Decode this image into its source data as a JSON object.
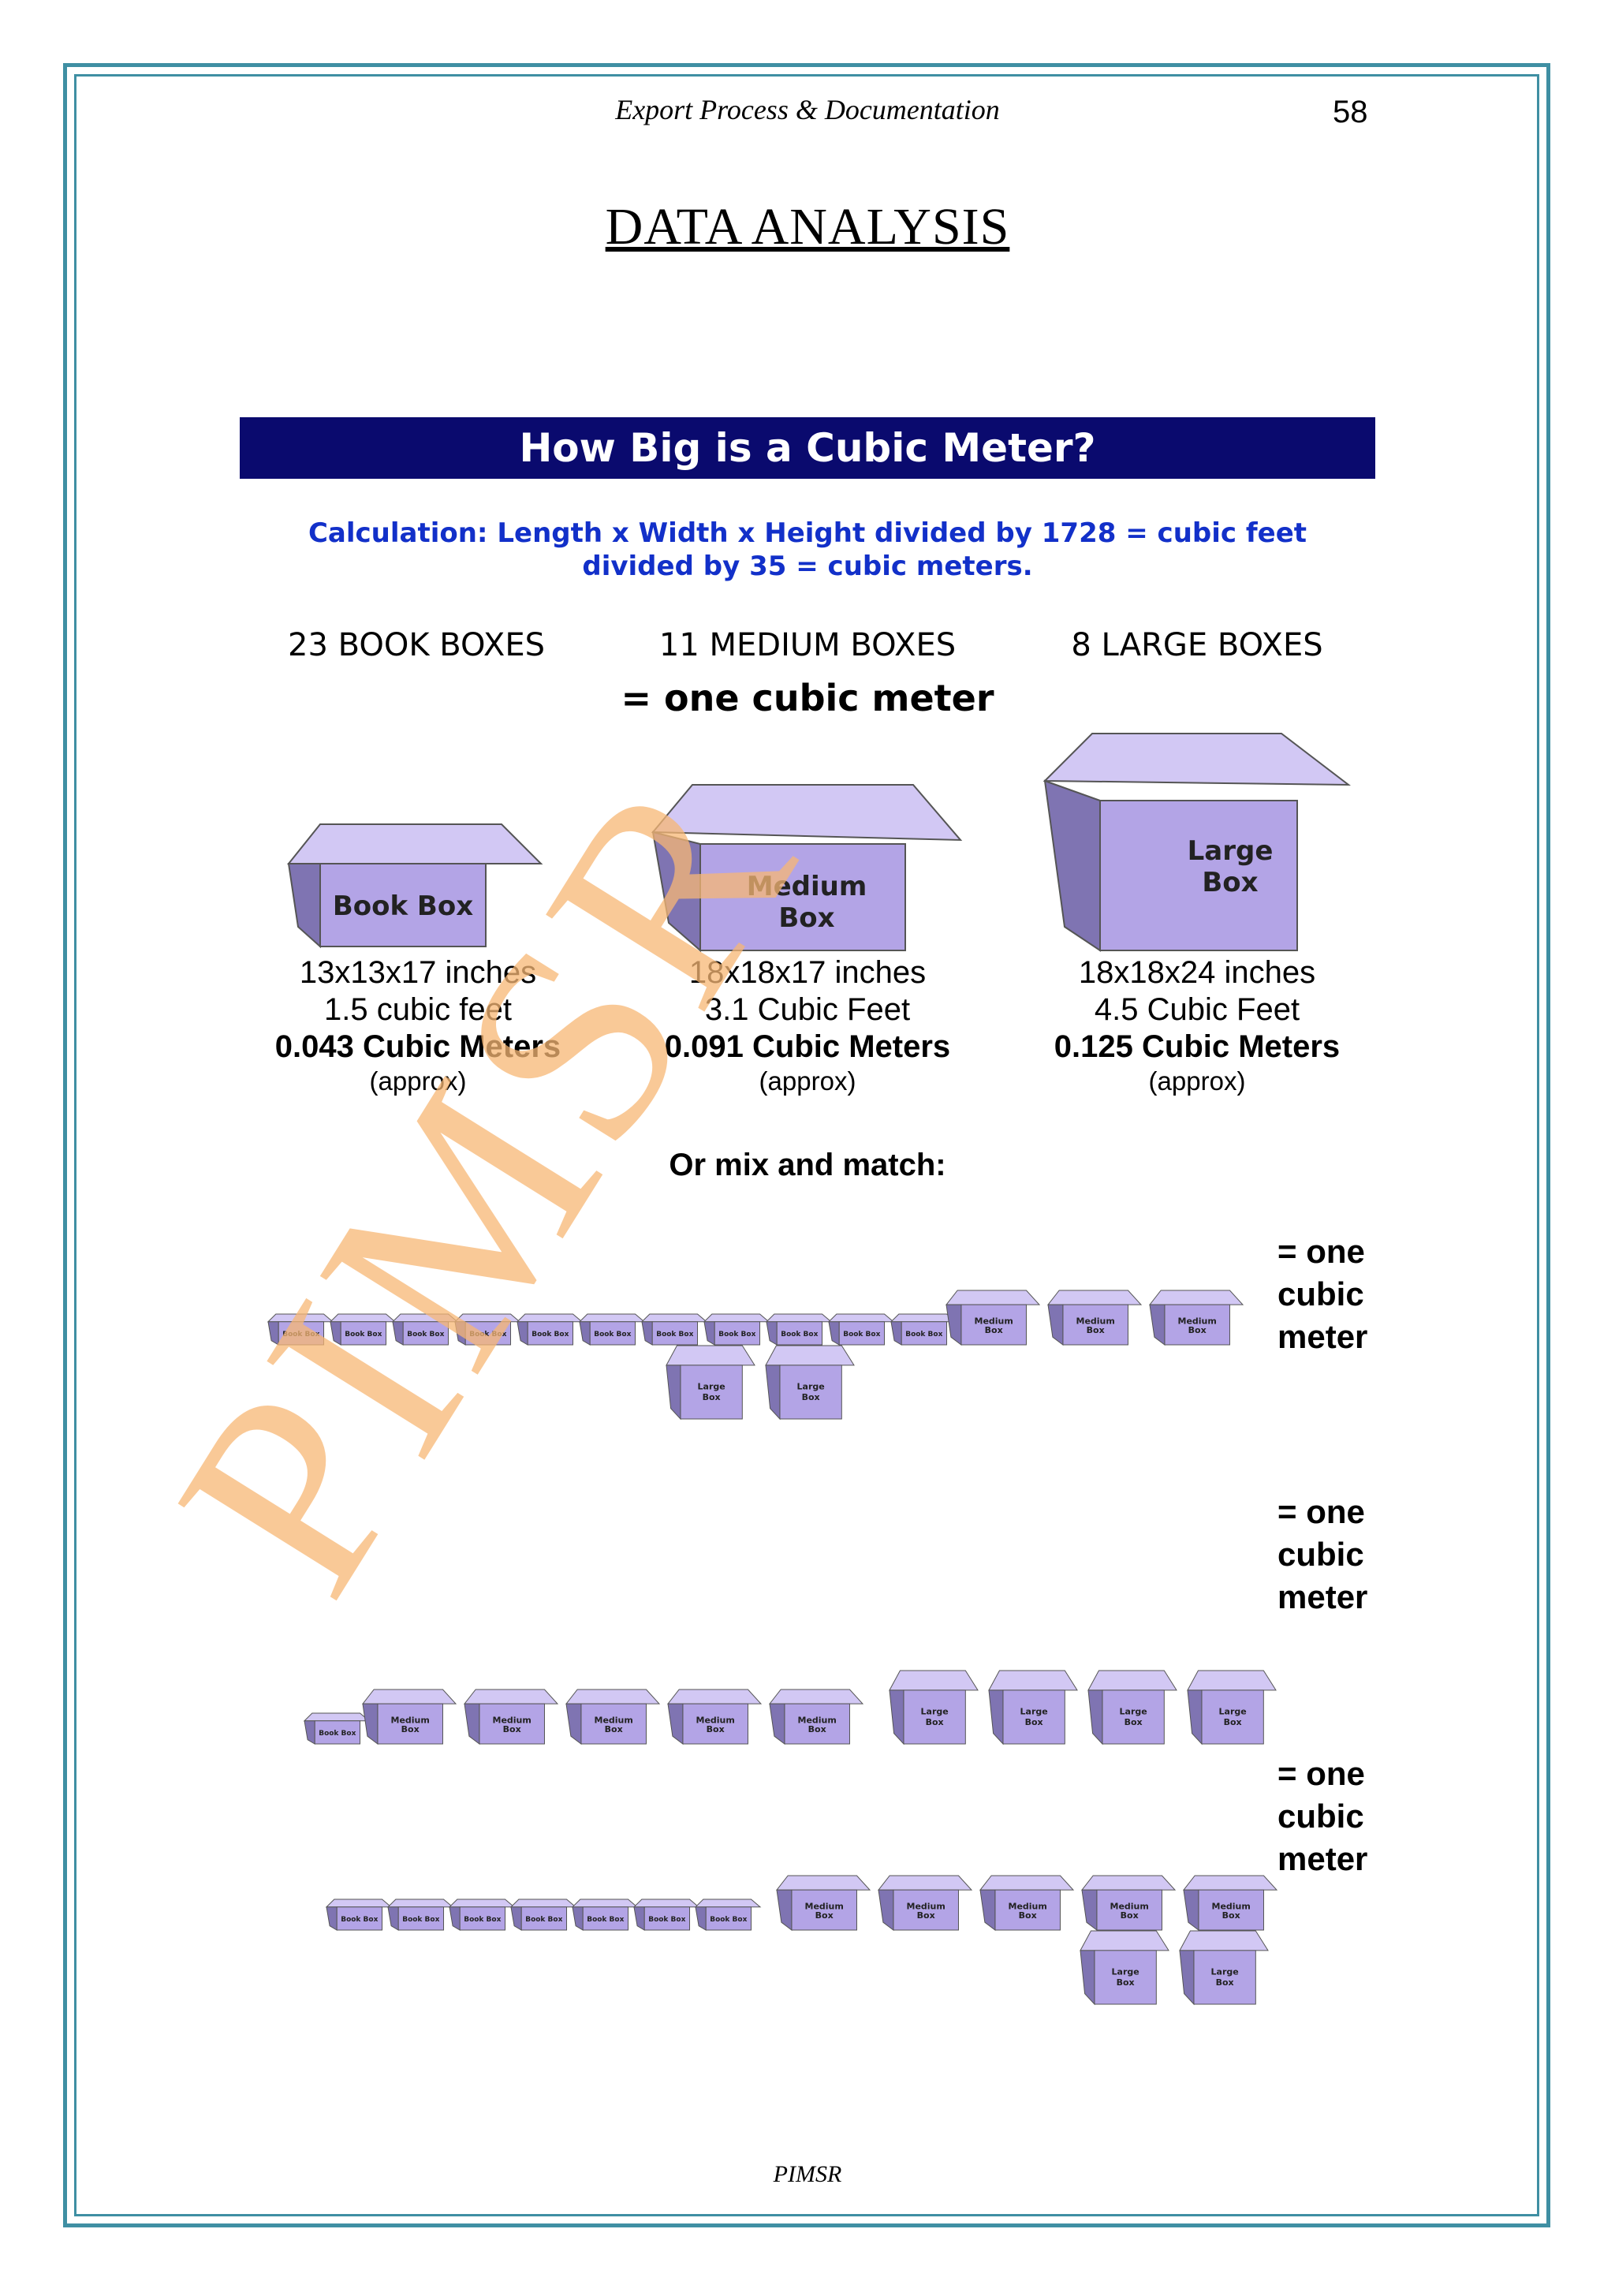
{
  "header": {
    "title": "Export Process & Documentation",
    "page_number": "58"
  },
  "main_title": "DATA ANALYSIS",
  "banner": "How Big is a Cubic Meter?",
  "calculation": {
    "line1": "Calculation: Length x Width x Height divided by 1728 = cubic feet",
    "line2": "divided by 35 = cubic meters."
  },
  "counts": [
    "23 BOOK BOXES",
    "11 MEDIUM BOXES",
    "8 LARGE BOXES"
  ],
  "equals_line": "= one cubic meter",
  "box_labels": {
    "book": "Book Box",
    "medium_1": "Medium",
    "medium_2": "Box",
    "large_1": "Large",
    "large_2": "Box"
  },
  "specs": [
    {
      "dims": "13x13x17 inches",
      "feet": "1.5 cubic feet",
      "meters": "0.043 Cubic Meters",
      "note": "(approx)"
    },
    {
      "dims": "18x18x17 inches",
      "feet": "3.1 Cubic Feet",
      "meters": "0.091 Cubic Meters",
      "note": "(approx)"
    },
    {
      "dims": "18x18x24 inches",
      "feet": "4.5 Cubic Feet",
      "meters": "0.125 Cubic Meters",
      "note": "(approx)"
    }
  ],
  "mix_title": "Or mix and match:",
  "mix_rows": [
    {
      "book": 11,
      "medium": 3,
      "large": 2
    },
    {
      "book": 1,
      "medium": 5,
      "large": 4
    },
    {
      "book": 7,
      "medium": 5,
      "large": 2
    }
  ],
  "one_cubic_meter": "= one cubic meter",
  "watermark": "PIMSR",
  "footer": "PIMSR",
  "colors": {
    "border": "#3f8fa3",
    "banner": "#0a0a6e",
    "calc_text": "#1230c9",
    "box_face": "#b8a9e8",
    "watermark": "#f7b774"
  }
}
